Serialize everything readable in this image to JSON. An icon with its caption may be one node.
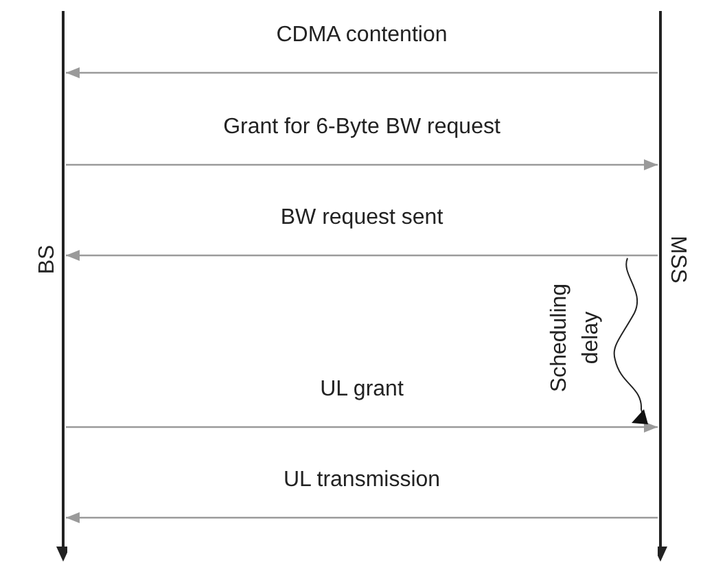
{
  "diagram": {
    "nodes": [
      {
        "text": [
          "BS"
        ]
      },
      {
        "text": [
          "MSS"
        ]
      }
    ],
    "edges": [
      {
        "from": 1,
        "to": 0,
        "arrow": "to",
        "label": "CDMA contention"
      },
      {
        "from": 0,
        "to": 1,
        "arrow": "to",
        "label": "Grant for 6-Byte BW request"
      },
      {
        "from": 1,
        "to": 0,
        "arrow": "to",
        "label": "BW request sent"
      },
      {
        "from": 0,
        "to": 1,
        "arrow": "to",
        "label": "UL grant"
      },
      {
        "from": 1,
        "to": 0,
        "arrow": "to",
        "label": "UL transmission"
      }
    ],
    "labels": [
      "Scheduling delay"
    ]
  }
}
